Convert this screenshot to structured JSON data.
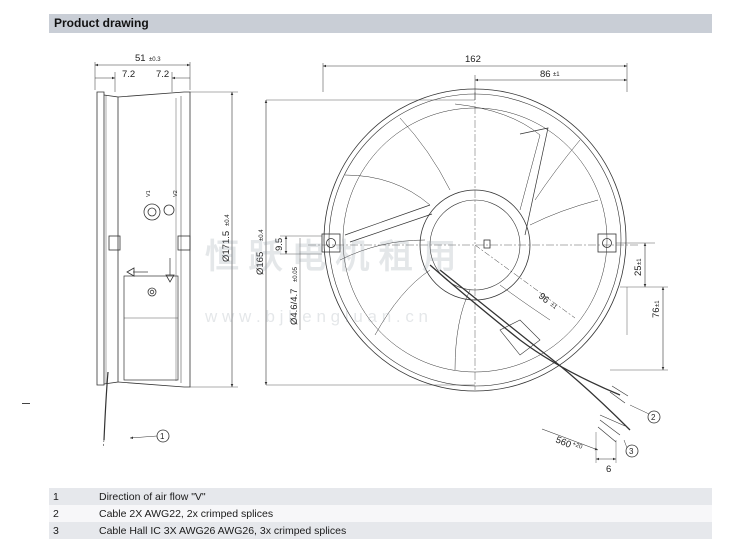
{
  "header": {
    "title": "Product drawing"
  },
  "dimensions": {
    "width_51": "51",
    "tol_51": "±0.3",
    "dim_7_2_left": "7.2",
    "dim_7_2_right": "7.2",
    "dim_162": "162",
    "dim_86": "86",
    "tol_86": "±1",
    "dim_171_5": "Ø171.5",
    "tol_171_5": "±0.4",
    "dim_165": "Ø165",
    "tol_165": "±0.4",
    "dim_9_5": "9.5",
    "dim_4_6": "Ø4.6/4.7",
    "tol_4_6": "±0.05",
    "dim_96": "96",
    "tol_96": "±1",
    "dim_25": "25",
    "tol_25": "±1",
    "dim_76": "76",
    "tol_76": "±1",
    "dim_560": "560",
    "tol_560": "+20",
    "dim_6": "6"
  },
  "callouts": {
    "c1": "1",
    "c2": "2",
    "c3": "3"
  },
  "part_labels": {
    "v1": "V1",
    "v2": "V2"
  },
  "watermark": {
    "cn": "恒 跃 电 机 租 用",
    "url": "w w w . b j h e n g l u a n . c n"
  },
  "legend": [
    {
      "num": "1",
      "text": "Direction of air flow \"V\""
    },
    {
      "num": "2",
      "text": "Cable 2X AWG22, 2x crimped splices"
    },
    {
      "num": "3",
      "text": "Cable Hall IC 3X AWG26 AWG26, 3x crimped splices"
    }
  ]
}
